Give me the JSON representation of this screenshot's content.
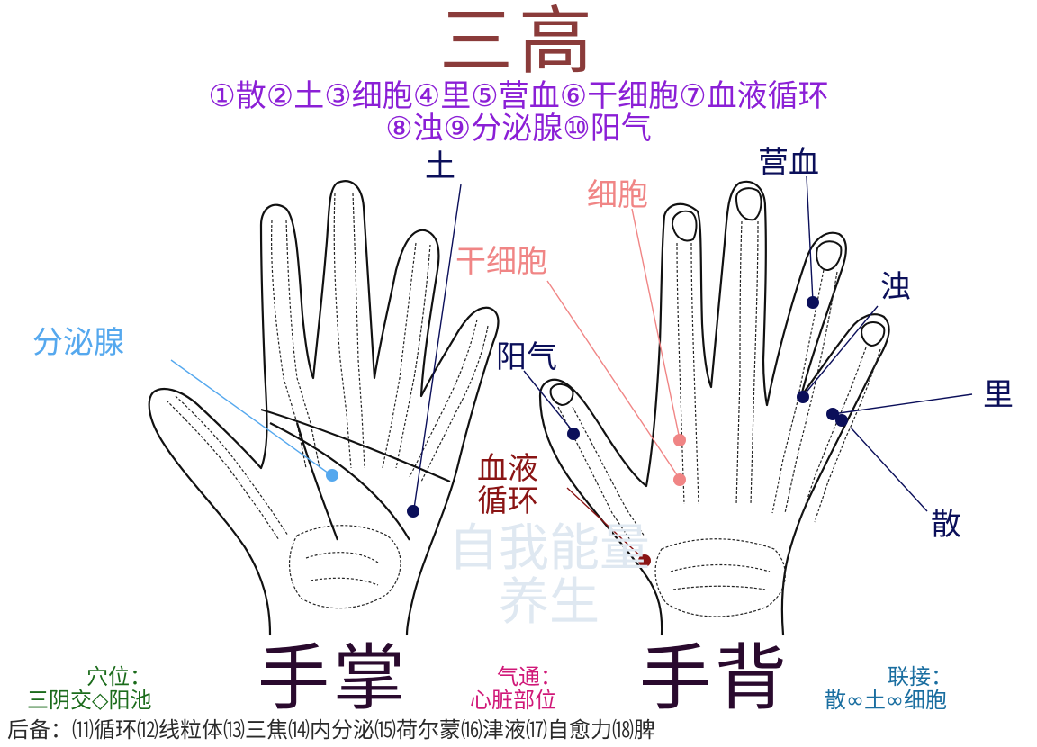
{
  "title": "三高",
  "legend": {
    "line1": "①散②土③细胞④里⑤营血⑥干细胞⑦血液循环",
    "line2": "⑧浊⑨分泌腺⑩阳气"
  },
  "labels": {
    "tu": "土",
    "fenmixian": "分泌腺",
    "xibao": "细胞",
    "ganxibao": "干细胞",
    "yingxue": "营血",
    "zhuo": "浊",
    "yangqi": "阳气",
    "li": "里",
    "xueye": "血液",
    "xunhuan": "循环",
    "san": "散"
  },
  "hands": {
    "palm": "手掌",
    "back": "手背"
  },
  "notes": {
    "xuewei_title": "穴位：",
    "xuewei_text": "三阴交◇阳池",
    "qitong_title": "气通：",
    "qitong_text": "心脏部位",
    "lianjie_title": "联接：",
    "lianjie_text": "散∞土∞细胞"
  },
  "watermark": {
    "line1": "自我能量",
    "line2": "养生"
  },
  "footer": "后备：⑾循环⑿线粒体⒀三焦⒁内分泌⒂荷尔蒙⒃津液⒄自愈力⒅脾",
  "colors": {
    "navy": "#0b0f5a",
    "pink": "#f08585",
    "blue": "#55a8ee",
    "maroon": "#8a1414",
    "purple": "#8b1fd6",
    "title": "#8a3b3a"
  }
}
